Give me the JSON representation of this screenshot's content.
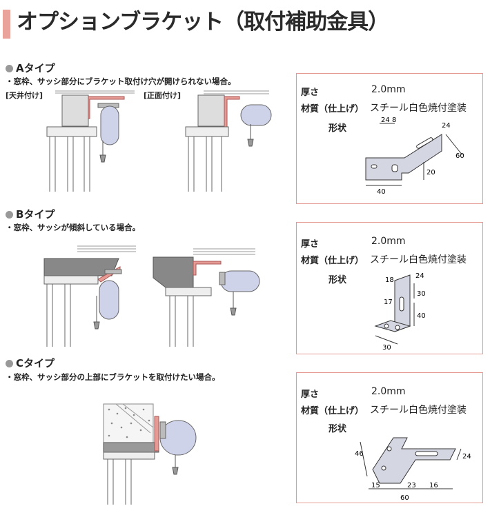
{
  "page": {
    "title": "オプションブラケット（取付補助金具）"
  },
  "types": [
    {
      "heading": "Aタイプ",
      "description": "・窓枠、サッシ部分にブラケット取付け穴が開けられない場合。",
      "tags": [
        "[天井付け]",
        "[正面付け]"
      ]
    },
    {
      "heading": "Bタイプ",
      "description": "・窓枠、サッシが傾斜している場合。"
    },
    {
      "heading": "Cタイプ",
      "description": "・窓枠、サッシ部分の上部にブラケットを取付けたい場合。"
    }
  ],
  "specs": [
    {
      "thickness_label": "厚さ",
      "thickness_value": "2.0mm",
      "material_label": "材質（仕上げ）",
      "material_value": "スチール白色焼付塗装",
      "shape_label": "形状",
      "dims": [
        "24",
        "8",
        "24",
        "60",
        "20",
        "40"
      ]
    },
    {
      "thickness_label": "厚さ",
      "thickness_value": "2.0mm",
      "material_label": "材質（仕上げ）",
      "material_value": "スチール白色焼付塗装",
      "shape_label": "形状",
      "dims": [
        "18",
        "24",
        "17",
        "30",
        "40",
        "30"
      ]
    },
    {
      "thickness_label": "厚さ",
      "thickness_value": "2.0mm",
      "material_label": "材質（仕上げ）",
      "material_value": "スチール白色焼付塗装",
      "shape_label": "形状",
      "dims": [
        "46",
        "24",
        "15",
        "23",
        "16",
        "60"
      ]
    }
  ],
  "colors": {
    "accent": "#e9a39a",
    "bracket": "#e59b94",
    "frame_gray": "#8f8f8f",
    "box_border": "#e49a90"
  }
}
